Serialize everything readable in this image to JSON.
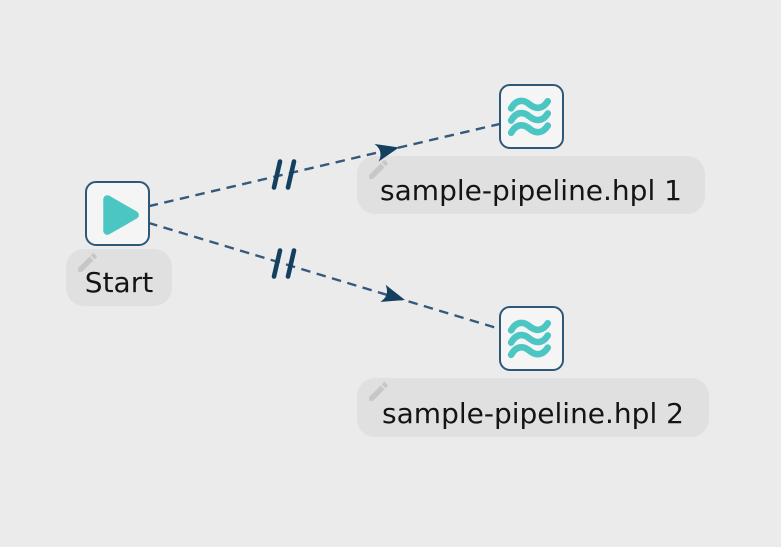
{
  "canvas": {
    "type": "workflow-canvas"
  },
  "workflow": {
    "nodes": [
      {
        "id": "start",
        "label": "Start",
        "icon": "play-icon"
      },
      {
        "id": "pipeline-1",
        "label": "sample-pipeline.hpl 1",
        "icon": "pipeline-waves-icon"
      },
      {
        "id": "pipeline-2",
        "label": "sample-pipeline.hpl 2",
        "icon": "pipeline-waves-icon"
      }
    ],
    "hops": [
      {
        "from": "Start",
        "to": "sample-pipeline.hpl 1",
        "line_style": "dashed",
        "parallel": true
      },
      {
        "from": "Start",
        "to": "sample-pipeline.hpl 2",
        "line_style": "dashed",
        "parallel": true
      }
    ]
  },
  "colors": {
    "canvas-bg": "#ebebeb",
    "node-fill": "#f5f5f5",
    "node-border": "#2d5878",
    "accent-teal": "#4cc6c3",
    "hop-line": "#35597c",
    "hop-marker": "#14405f",
    "label-bg": "#e0e0e0",
    "label-text": "#141414",
    "edit-icon": "#c7c7c7"
  }
}
